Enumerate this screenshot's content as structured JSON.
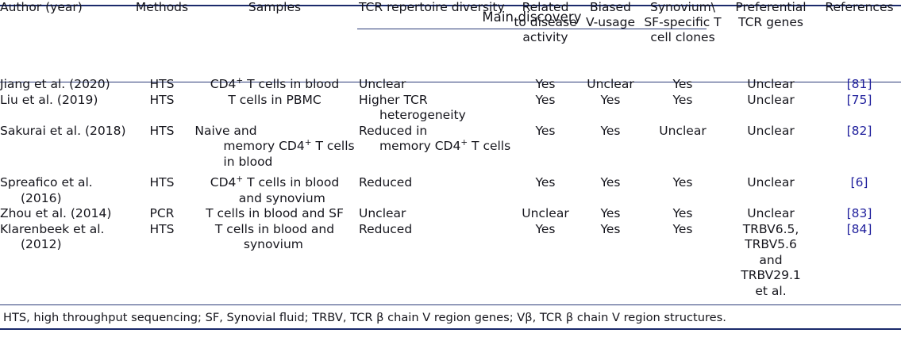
{
  "table": {
    "group_header": "Main discovery",
    "columns": [
      {
        "key": "author",
        "label": "Author (year)",
        "align": "left"
      },
      {
        "key": "methods",
        "label": "Methods",
        "align": "center"
      },
      {
        "key": "samples",
        "label": "Samples",
        "align": "center"
      },
      {
        "key": "diversity",
        "label": "TCR repertoire diversity",
        "align": "left"
      },
      {
        "key": "related",
        "label_lines": [
          "Related",
          "to disease",
          "activity"
        ],
        "align": "center"
      },
      {
        "key": "biased",
        "label_lines": [
          "Biased",
          "V-usage"
        ],
        "align": "center"
      },
      {
        "key": "synovium",
        "label_lines": [
          "Synovium\\",
          "SF-specific T",
          "cell clones"
        ],
        "align": "center"
      },
      {
        "key": "preferential",
        "label_lines": [
          "Preferential",
          "TCR genes"
        ],
        "align": "center"
      },
      {
        "key": "references",
        "label": "References",
        "align": "center"
      }
    ],
    "header_labels": {
      "author": "Author (year)",
      "methods": "Methods",
      "samples": "Samples",
      "diversity": "TCR repertoire diversity",
      "related_l1": "Related",
      "related_l2": "to disease",
      "related_l3": "activity",
      "biased_l1": "Biased",
      "biased_l2": "V-usage",
      "synovium_l1": "Synovium\\",
      "synovium_l2": "SF-specific T",
      "synovium_l3": "cell clones",
      "preferential_l1": "Preferential",
      "preferential_l2": "TCR genes",
      "references": "References"
    },
    "rows": [
      {
        "author": "Jiang et al. (2020)",
        "methods": "HTS",
        "samples_pre": "CD4",
        "samples_sup": "+",
        "samples_post": " T cells in blood",
        "diversity": "Unclear",
        "related": "Yes",
        "biased": "Unclear",
        "synovium": "Yes",
        "preferential": "Unclear",
        "references": "[81]"
      },
      {
        "author": "Liu et al. (2019)",
        "methods": "HTS",
        "samples": "T cells in PBMC",
        "diversity_l1": "Higher TCR",
        "diversity_l2": "heterogeneity",
        "related": "Yes",
        "biased": "Yes",
        "synovium": "Yes",
        "preferential": "Unclear",
        "references": "[75]"
      },
      {
        "author": "Sakurai et al. (2018)",
        "methods": "HTS",
        "samples_l1": "Naive and",
        "samples_l2_pre": "memory CD4",
        "samples_l2_sup": "+",
        "samples_l2_post": " T cells",
        "samples_l3": "in blood",
        "diversity_l1": "Reduced  in",
        "diversity_l2_pre": "memory CD4",
        "diversity_l2_sup": "+",
        "diversity_l2_post": " T cells",
        "related": "Yes",
        "biased": "Yes",
        "synovium": "Unclear",
        "preferential": "Unclear",
        "references": "[82]"
      },
      {
        "author_l1": "Spreafico et al.",
        "author_l2": "(2016)",
        "methods": "HTS",
        "samples_l1_pre": "CD4",
        "samples_l1_sup": "+",
        "samples_l1_post": " T cells in blood",
        "samples_l2": "and synovium",
        "diversity": "Reduced",
        "related": "Yes",
        "biased": "Yes",
        "synovium": "Yes",
        "preferential": "Unclear",
        "references": "[6]"
      },
      {
        "author": "Zhou et al. (2014)",
        "methods": "PCR",
        "samples": "T cells in blood and SF",
        "diversity": "Unclear",
        "related": "Unclear",
        "biased": "Yes",
        "synovium": "Yes",
        "preferential": "Unclear",
        "references": "[83]"
      },
      {
        "author_l1": "Klarenbeek et al.",
        "author_l2": "(2012)",
        "methods": "HTS",
        "samples_l1": "T cells in blood and",
        "samples_l2": "synovium",
        "diversity": "Reduced",
        "related": "Yes",
        "biased": "Yes",
        "synovium": "Yes",
        "preferential_l1": "TRBV6.5,",
        "preferential_l2": "TRBV5.6",
        "preferential_l3": "and",
        "preferential_l4": "TRBV29.1",
        "preferential_l5": "et al.",
        "references": "[84]"
      }
    ],
    "footnote": "HTS, high throughput sequencing; SF, Synovial fluid; TRBV, TCR β chain V region genes; Vβ, TCR β chain V region structures."
  },
  "colors": {
    "rule": "#1b2a6b",
    "reference_link": "#1f1f9c",
    "text": "#15151c"
  }
}
